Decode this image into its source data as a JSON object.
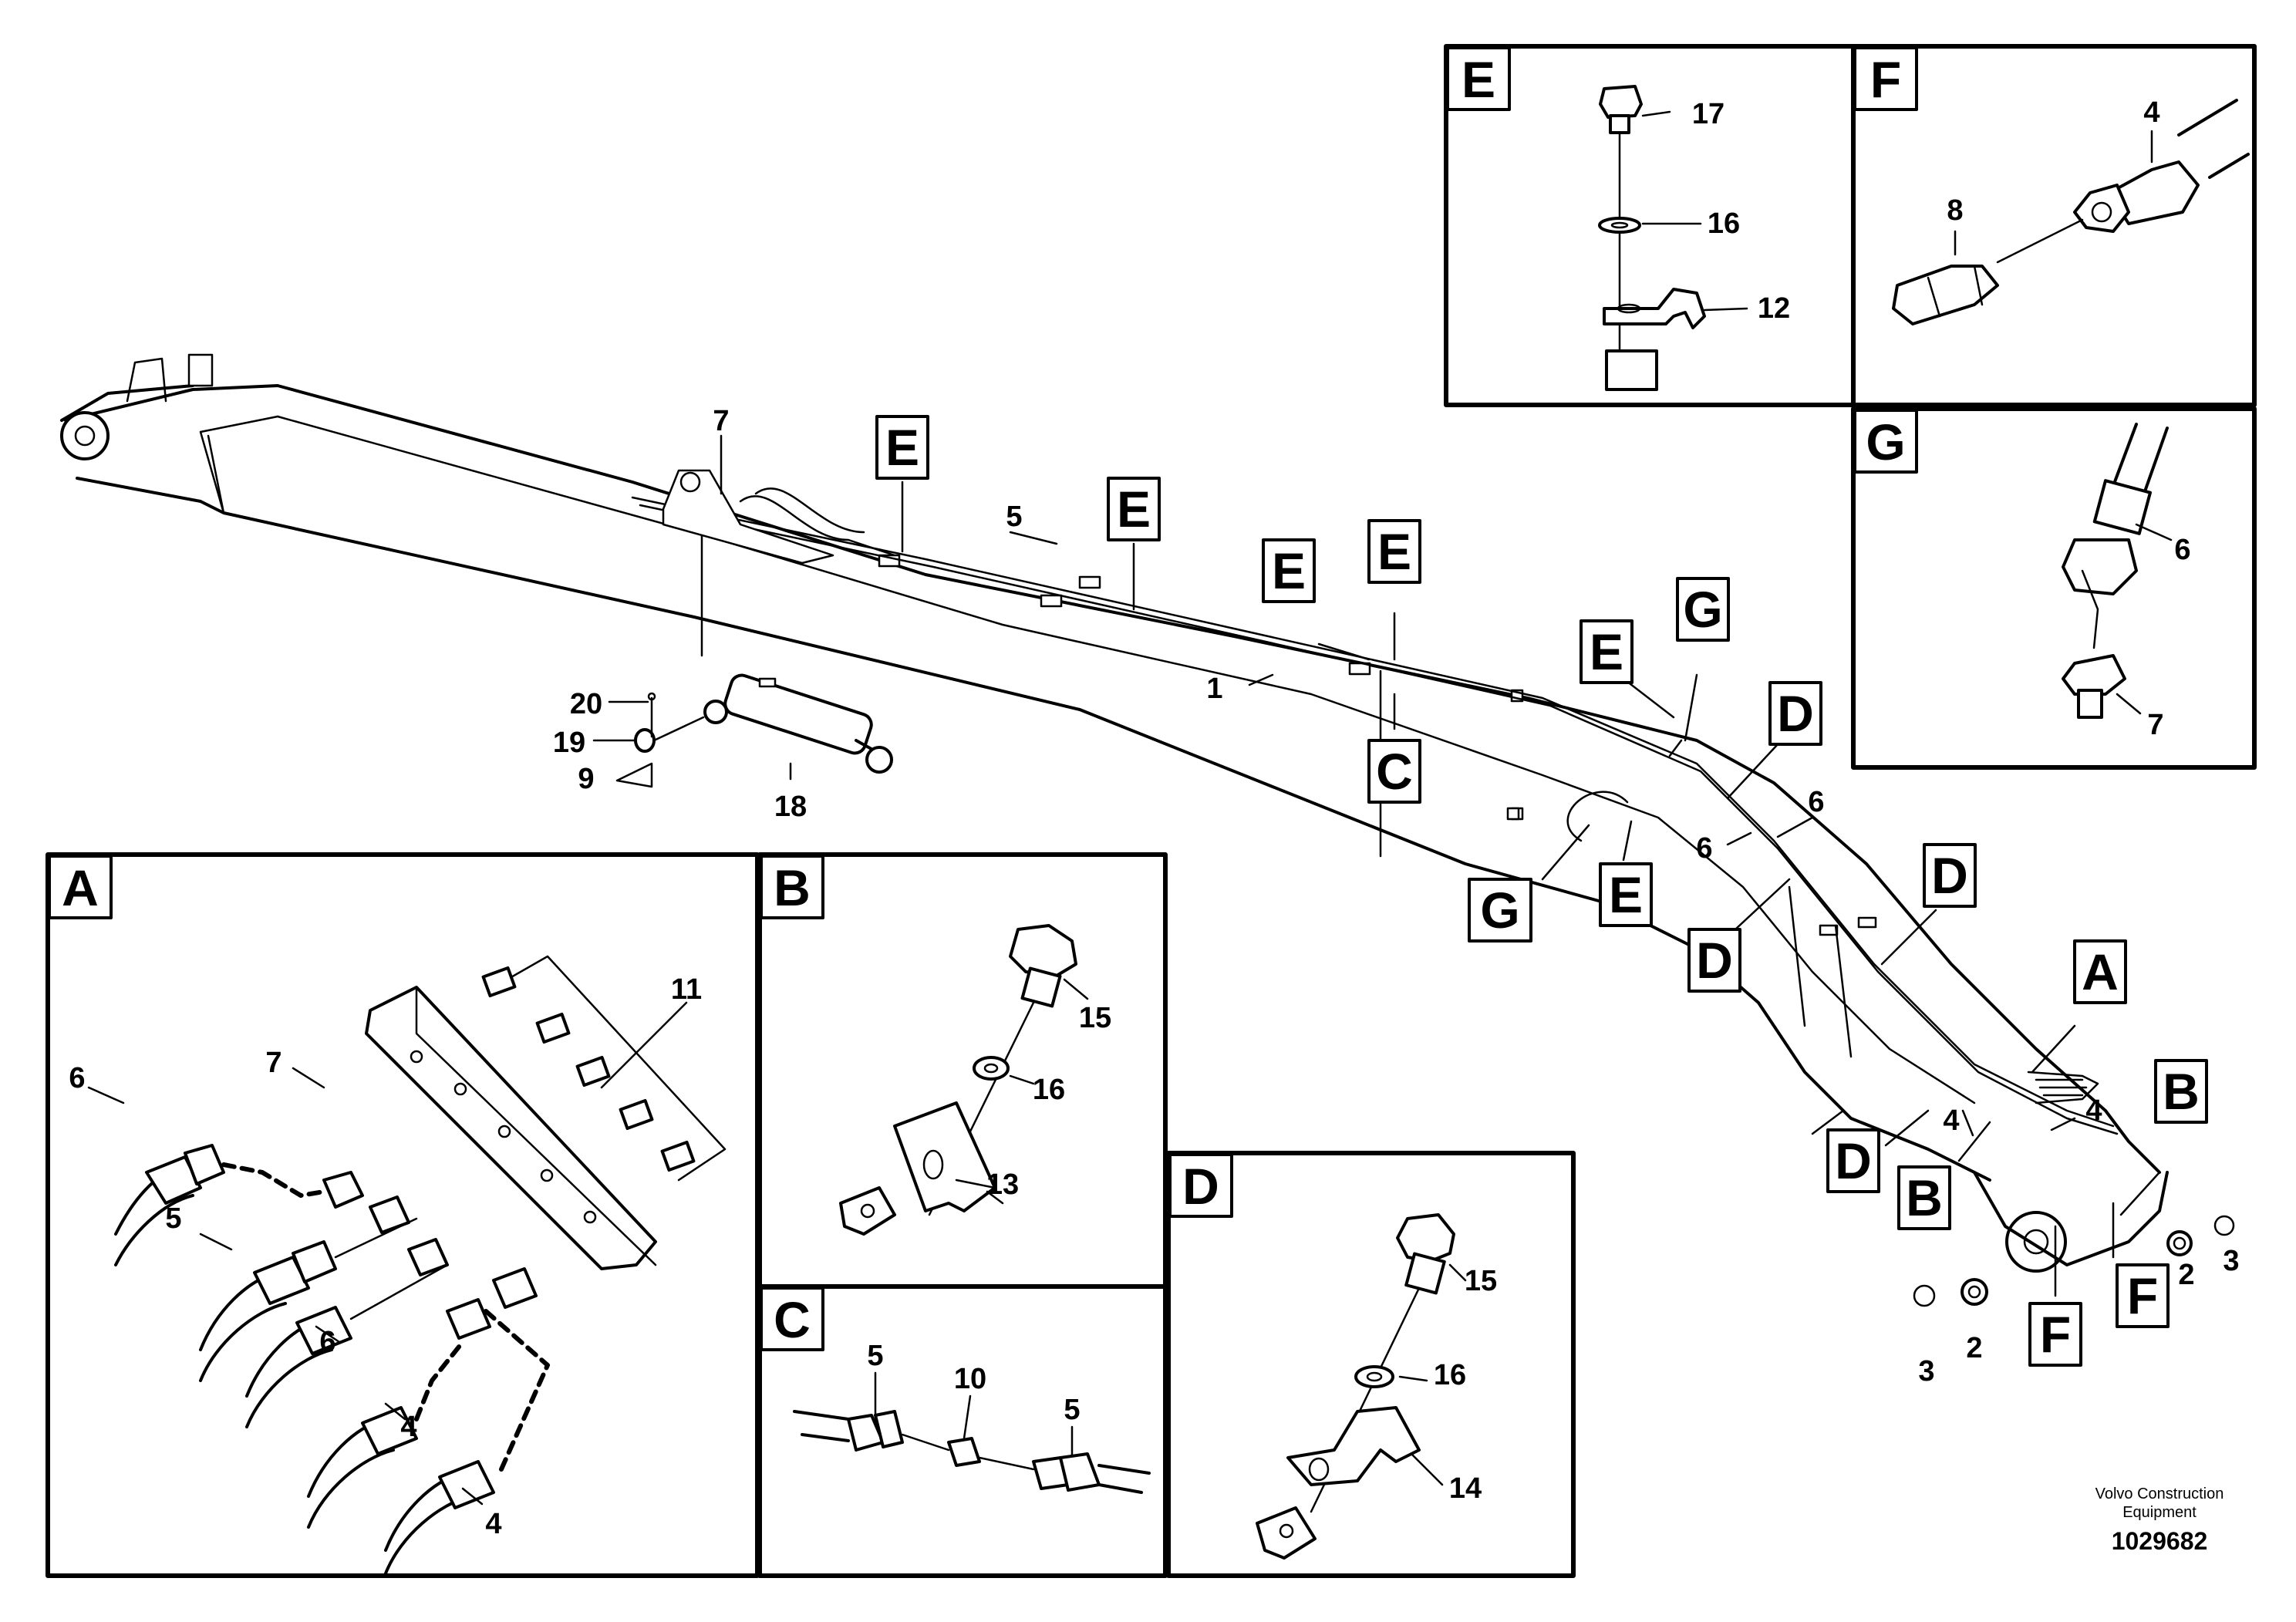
{
  "footer": {
    "company_line1": "Volvo Construction",
    "company_line2": "Equipment",
    "figure_number": "1029682"
  },
  "detail_boxes": {
    "A": "A",
    "B": "B",
    "C": "C",
    "D": "D",
    "E": "E",
    "F": "F",
    "G": "G"
  },
  "callouts": {
    "main": {
      "e1": "E",
      "e2": "E",
      "e3": "E",
      "e4": "E",
      "e5": "E",
      "e6": "E",
      "c": "C",
      "g1": "G",
      "g2": "G",
      "d1": "D",
      "d2": "D",
      "d3": "D",
      "d4": "D",
      "a": "A",
      "b1": "B",
      "b2": "B",
      "f1": "F",
      "f2": "F"
    }
  },
  "part_numbers": {
    "main": {
      "p7": "7",
      "p5": "5",
      "p1": "1",
      "p20": "20",
      "p19": "19",
      "p9": "9",
      "p18": "18",
      "p6a": "6",
      "p6b": "6",
      "p4a": "4",
      "p4b": "4",
      "p2a": "2",
      "p3a": "3",
      "p2b": "2",
      "p3b": "3"
    },
    "A": {
      "p11": "11",
      "p7": "7",
      "p6a": "6",
      "p5": "5",
      "p6b": "6",
      "p4a": "4",
      "p4b": "4"
    },
    "B": {
      "p15": "15",
      "p16": "16",
      "p13": "13"
    },
    "C": {
      "p5a": "5",
      "p10": "10",
      "p5b": "5"
    },
    "D": {
      "p15": "15",
      "p16": "16",
      "p14": "14"
    },
    "E": {
      "p17": "17",
      "p16": "16",
      "p12": "12"
    },
    "F": {
      "p4": "4",
      "p8": "8"
    },
    "G": {
      "p6": "6",
      "p7": "7"
    }
  }
}
